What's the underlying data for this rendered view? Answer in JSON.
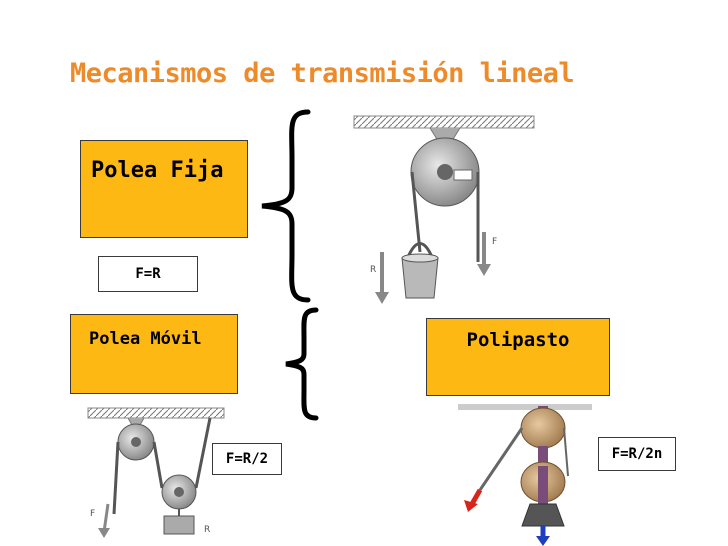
{
  "title": "Mecanismos de transmisión lineal",
  "boxes": {
    "polea_fija": "Polea Fija",
    "polea_movil": "Polea Móvil",
    "polipasto": "Polipasto"
  },
  "formulas": {
    "fija": "F=R",
    "movil": "F=R/2",
    "polipasto": "F=R/2n"
  },
  "figure_labels": {
    "R": "R",
    "F": "F"
  },
  "colors": {
    "title": "#ed8a2a",
    "box_fill": "#fdb813",
    "arrow_red": "#d8251b",
    "arrow_blue": "#1b3fbf"
  }
}
